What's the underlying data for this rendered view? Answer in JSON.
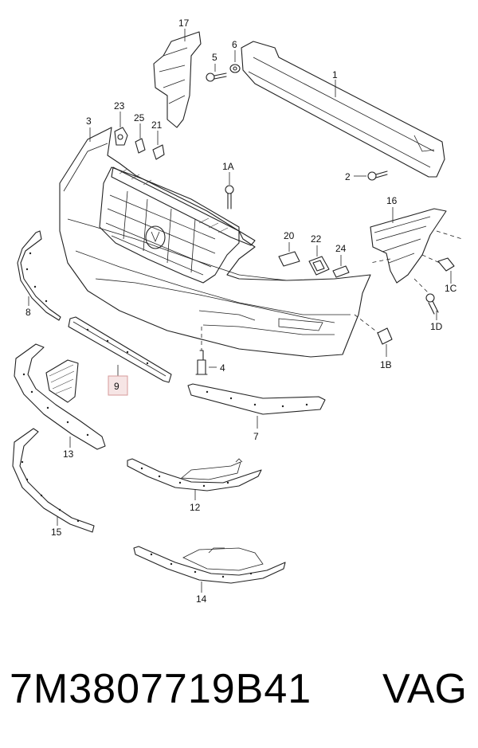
{
  "callouts": {
    "c1": "1",
    "c2": "2",
    "c3": "3",
    "c4": "4",
    "c5": "5",
    "c6": "6",
    "c7": "7",
    "c8": "8",
    "c9": "9",
    "c12": "12",
    "c13": "13",
    "c14": "14",
    "c15": "15",
    "c16": "16",
    "c17": "17",
    "c20": "20",
    "c21": "21",
    "c22": "22",
    "c23": "23",
    "c24": "24",
    "c25": "25",
    "c1a": "1A",
    "c1b": "1B",
    "c1c": "1C",
    "c1d": "1D"
  },
  "highlight": {
    "label": "9",
    "color": "#d79a9a"
  },
  "footer": {
    "part_number": "7M3807719B41",
    "brand": "VAG"
  }
}
